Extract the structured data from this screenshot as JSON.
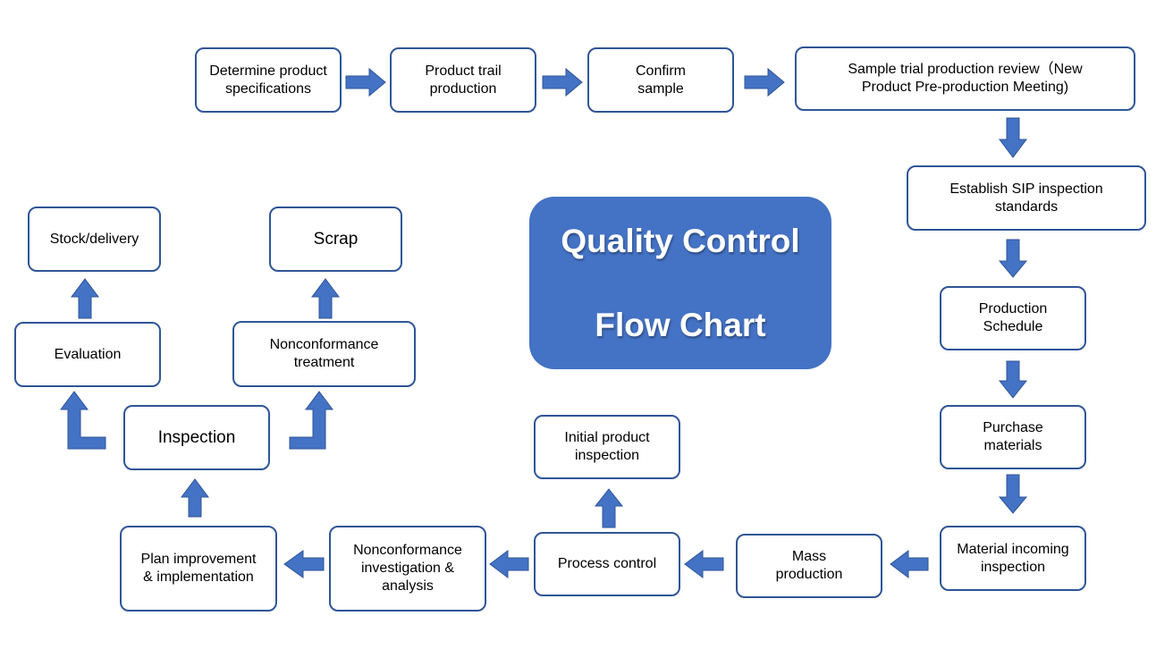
{
  "title": {
    "line1": "Quality Control",
    "line2": "Flow Chart"
  },
  "colors": {
    "accent": "#4472c4",
    "border": "#2f5597",
    "arrow": "#4472c4"
  },
  "nodes": {
    "determine_specs": "Determine product\nspecifications",
    "product_trail": "Product trail\nproduction",
    "confirm_sample": "Confirm\nsample",
    "sample_review": "Sample trial production review（New\nProduct Pre-production Meeting)",
    "establish_sip": "Establish SIP inspection\nstandards",
    "production_schedule": "Production\nSchedule",
    "purchase_materials": "Purchase\nmaterials",
    "material_incoming": "Material incoming\ninspection",
    "mass_production": "Mass\nproduction",
    "process_control": "Process control",
    "initial_inspection": "Initial product\ninspection",
    "nonconformance_investigation": "Nonconformance\ninvestigation &\nanalysis",
    "plan_improvement": "Plan improvement\n& implementation",
    "inspection": "Inspection",
    "evaluation": "Evaluation",
    "stock_delivery": "Stock/delivery",
    "nonconformance_treatment": "Nonconformance\ntreatment",
    "scrap": "Scrap"
  }
}
